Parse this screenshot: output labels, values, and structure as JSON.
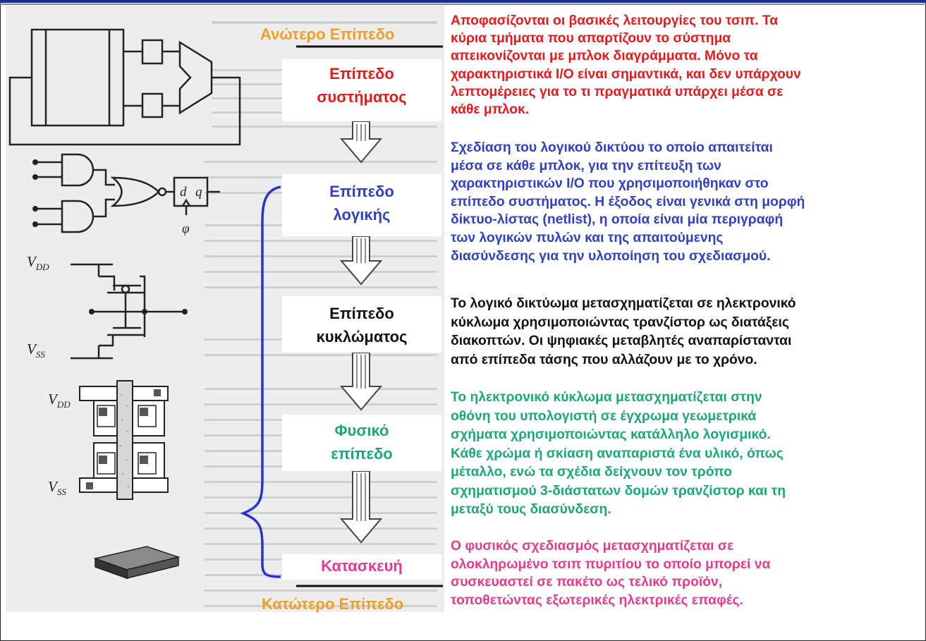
{
  "top_label": "Ανώτερο Επίπεδο",
  "bottom_label": "Κατώτερο Επίπεδο",
  "levels": [
    {
      "line1": "Επίπεδο",
      "line2": "συστήματος",
      "color": "#e8191b"
    },
    {
      "line1": "Επίπεδο",
      "line2": "λογικής",
      "color": "#3040c0"
    },
    {
      "line1": "Επίπεδο",
      "line2": "κυκλώματος",
      "color": "#111111"
    },
    {
      "line1": "Φυσικό",
      "line2": "επίπεδο",
      "color": "#1aa87a"
    },
    {
      "line1": "Κατασκευή",
      "color": "#e63a8c"
    }
  ],
  "descriptions": [
    {
      "color": "#e8191b",
      "lines": [
        "Αποφασίζονται οι βασικές λειτουργίες του τσιπ. Τα",
        "κύρια τμήματα που απαρτίζουν το σύστημα",
        "απεικονίζονται με μπλοκ διαγράμματα. Μόνο τα",
        "χαρακτηριστικά I/O είναι σημαντικά, και δεν υπάρχουν",
        "λεπτομέρειες για το τι πραγματικά υπάρχει μέσα σε",
        "κάθε μπλοκ."
      ]
    },
    {
      "color": "#3040c0",
      "lines": [
        "Σχεδίαση του λογικού δικτύου το οποίο απαιτείται",
        "μέσα σε κάθε μπλοκ, για την επίτευξη των",
        "χαρακτηριστικών I/O που χρησιμοποιήθηκαν στο",
        "επίπεδο συστήματος. Η έξοδος είναι γενικά στη μορφή",
        "δίκτυο-λίστας (netlist), η οποία είναι μία περιγραφή",
        "των λογικών πυλών και της απαιτούμενης",
        "διασύνδεσης για την υλοποίηση του σχεδιασμού."
      ]
    },
    {
      "color": "#111111",
      "lines": [
        "Το λογικό δικτύωμα μετασχηματίζεται σε ηλεκτρονικό",
        "κύκλωμα χρησιμοποιώντας τρανζίστορ ως διατάξεις",
        "διακοπτών. Οι ψηφιακές μεταβλητές αναπαρίστανται",
        "από επίπεδα τάσης που αλλάζουν με το χρόνο."
      ]
    },
    {
      "color": "#1aa87a",
      "lines": [
        "Το ηλεκτρονικό κύκλωμα μετασχηματίζεται στην",
        "οθόνη του υπολογιστή σε έγχρωμα γεωμετρικά",
        "σχήματα χρησιμοποιώντας κατάλληλο λογισμικό.",
        "Κάθε χρώμα ή σκίαση αναπαριστά ένα υλικό, όπως",
        "μέταλλο, ενώ τα σχέδια δείχνουν τον τρόπο",
        "σχηματισμού 3-διάστατων δομών τρανζίστορ και τη",
        "μεταξύ τους διασύνδεση."
      ]
    },
    {
      "color": "#e63a8c",
      "lines": [
        "Ο φυσικός σχεδιασμός μετασχηματίζεται σε",
        "ολοκληρωμένο τσιπ πυριτίου το οποίο μπορεί να",
        "συσκευαστεί σε πακέτο ως τελικό προϊόν,",
        "τοποθετώντας εξωτερικές ηλεκτρικές επαφές."
      ]
    }
  ],
  "schematic_labels": {
    "d": "d",
    "q": "q",
    "phi": "φ",
    "vdd_main": "V",
    "vdd_sub": "DD",
    "vss_main": "V",
    "vss_sub": "SS"
  },
  "colors": {
    "accent_blue": "#1c2a9c",
    "brace": "#2a34c8",
    "orange": "#f0a020"
  }
}
